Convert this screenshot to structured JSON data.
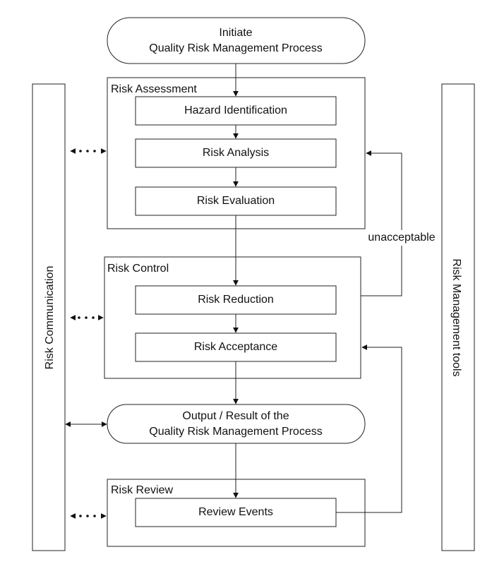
{
  "start": {
    "line1": "Initiate",
    "line2": "Quality Risk Management Process"
  },
  "risk_assessment": {
    "title": "Risk Assessment",
    "steps": [
      "Hazard Identification",
      "Risk Analysis",
      "Risk Evaluation"
    ]
  },
  "risk_control": {
    "title": "Risk Control",
    "steps": [
      "Risk Reduction",
      "Risk Acceptance"
    ]
  },
  "output": {
    "line1": "Output / Result of the",
    "line2": "Quality Risk Management Process"
  },
  "risk_review": {
    "title": "Risk Review",
    "steps": [
      "Review Events"
    ]
  },
  "feedback_label": "unacceptable",
  "left_column": "Risk Communication",
  "right_column": "Risk Management tools"
}
